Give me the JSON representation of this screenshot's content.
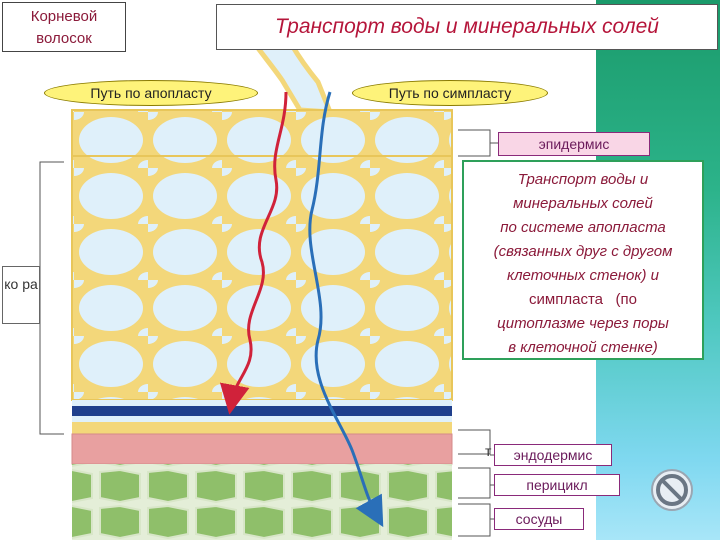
{
  "header": {
    "corner_label": "Корневой волосок",
    "title": "Транспорт воды и минеральных солей"
  },
  "pathways": {
    "apoplast": "Путь по апопласту",
    "symplast": "Путь по симпласту"
  },
  "side_label": "ко ра",
  "layers": {
    "epidermis": "эпидермис",
    "endodermis_prefix": "т",
    "endodermis": "эндодермис",
    "pericycle": "перицикл",
    "vessels": "сосуды"
  },
  "info": {
    "line1": "Транспорт воды и",
    "line2": "минеральных солей",
    "line3": "по системе апопласта",
    "line4": "(связанных друг с другом",
    "line5": "клеточных стенок) и",
    "line6": "симпласта",
    "line6b": "(по",
    "line7": "цитоплазме через поры",
    "line8": "в клеточной стенке)"
  },
  "colors": {
    "title": "#b5153a",
    "apoplast_path": "#d0223a",
    "symplast_path": "#2a6fb8",
    "cell_wall": "#f3d77a",
    "cell_fill": "#dff0fa",
    "endodermis_band": "#1f3f8c",
    "pericycle": "#e8a0a0",
    "vascular": "#8fbf6a",
    "info_border": "#2ea05a"
  },
  "icons": [
    "no-entry-icon"
  ]
}
